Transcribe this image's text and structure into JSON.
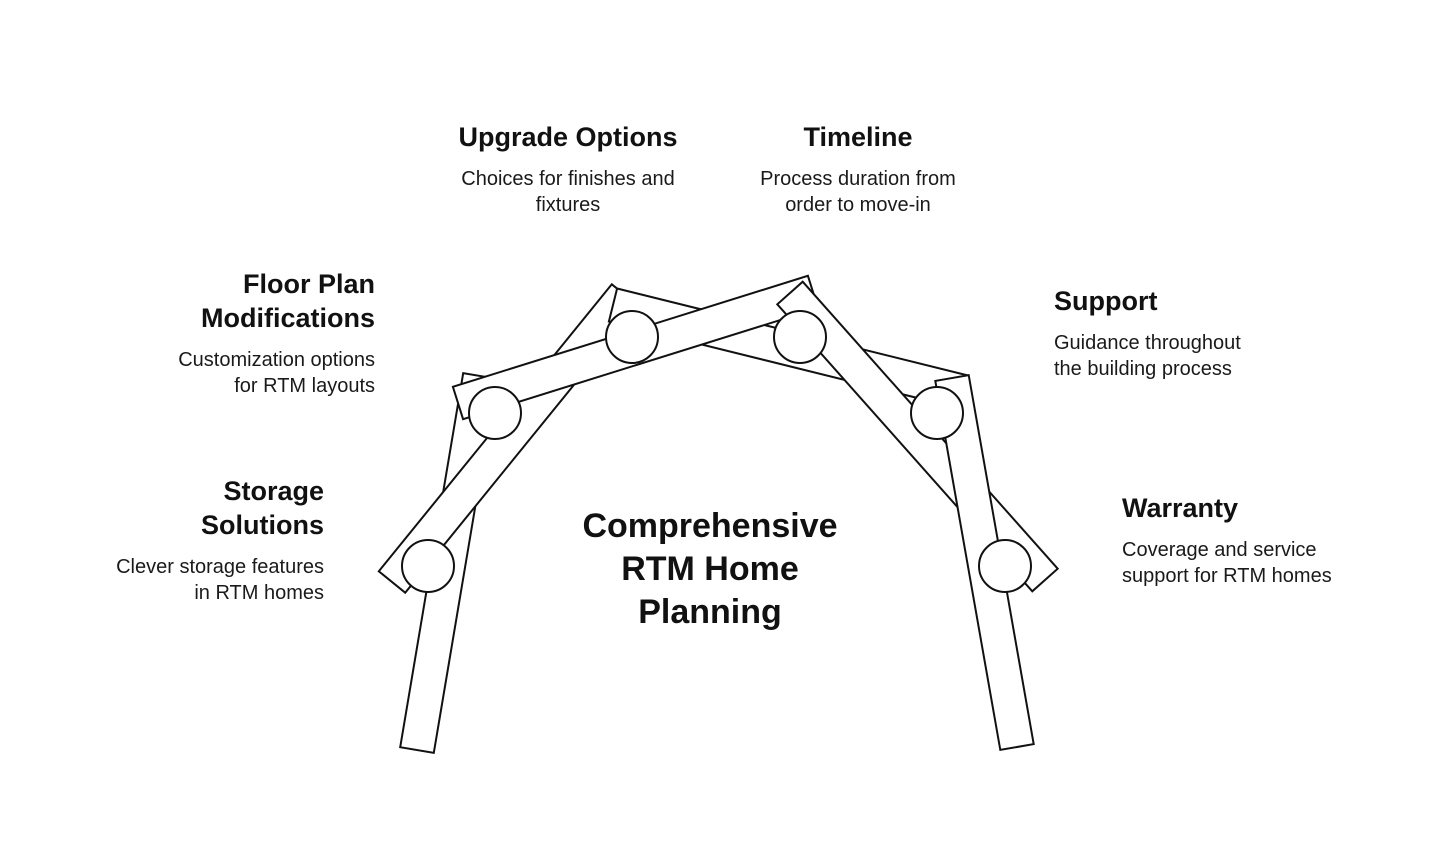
{
  "center": {
    "lines": [
      "Comprehensive",
      "RTM Home",
      "Planning"
    ]
  },
  "nodes": {
    "upgrade": {
      "title": "Upgrade Options",
      "desc": [
        "Choices for finishes and",
        "fixtures"
      ]
    },
    "timeline": {
      "title": "Timeline",
      "desc": [
        "Process duration from",
        "order to move-in"
      ]
    },
    "floorplan": {
      "title": [
        "Floor Plan",
        "Modifications"
      ],
      "desc": [
        "Customization options",
        "for RTM layouts"
      ]
    },
    "support": {
      "title": "Support",
      "desc": [
        "Guidance throughout",
        "the building process"
      ]
    },
    "storage": {
      "title": [
        "Storage",
        "Solutions"
      ],
      "desc": [
        "Clever storage features",
        "in RTM homes"
      ]
    },
    "warranty": {
      "title": "Warranty",
      "desc": [
        "Coverage and service",
        "support for RTM homes"
      ]
    }
  },
  "colors": {
    "stroke": "#111111",
    "fill": "#ffffff",
    "text": "#111111"
  }
}
